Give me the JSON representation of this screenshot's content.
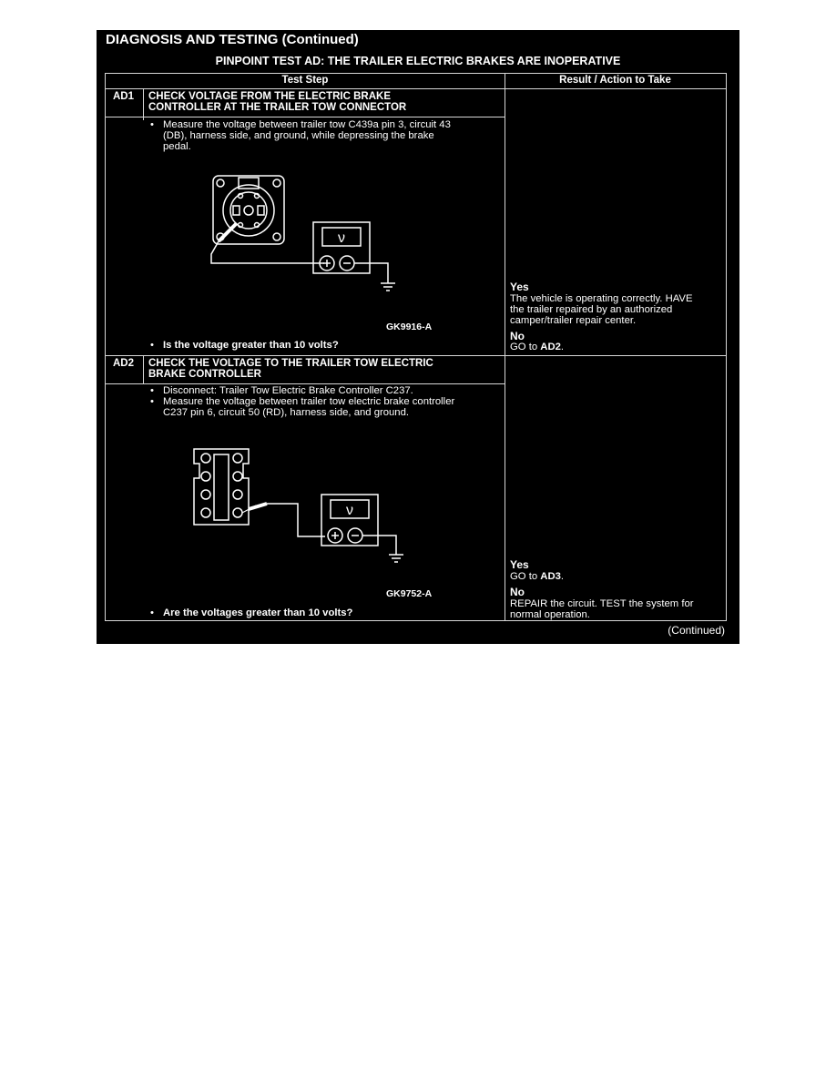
{
  "header": {
    "title": "DIAGNOSIS AND TESTING (Continued)",
    "subtitle": "PINPOINT TEST AD: THE TRAILER ELECTRIC BRAKES ARE INOPERATIVE"
  },
  "table": {
    "col_test_step": "Test Step",
    "col_result": "Result / Action to Take"
  },
  "steps": [
    {
      "id": "AD1",
      "title_line1": "CHECK VOLTAGE FROM THE ELECTRIC BRAKE",
      "title_line2": "CONTROLLER AT THE TRAILER TOW CONNECTOR",
      "bullet_dot": "•",
      "bullet1_line1": "Measure the voltage between trailer tow C439a pin 3, circuit 43",
      "bullet1_line2": "(DB), harness side, and ground, while depressing the brake",
      "bullet1_line3": "pedal.",
      "figure_id": "GK9916-A",
      "meter_symbol": "ν",
      "question": "Is the voltage greater than 10 volts?",
      "yes_label": "Yes",
      "yes_line1": "The vehicle is operating correctly. HAVE",
      "yes_line2": "the trailer repaired by an authorized",
      "yes_line3": "camper/trailer repair center.",
      "no_label": "No",
      "no_prefix": "GO to ",
      "no_ref": "AD2",
      "no_suffix": "."
    },
    {
      "id": "AD2",
      "title_line1": "CHECK THE VOLTAGE TO THE TRAILER TOW ELECTRIC",
      "title_line2": "BRAKE CONTROLLER",
      "bullet_dot": "•",
      "bullet1_line1": "Disconnect: Trailer Tow Electric Brake Controller C237.",
      "bullet2_line1": "Measure the voltage between trailer tow electric brake controller",
      "bullet2_line2": "C237 pin 6, circuit 50 (RD), harness side, and ground.",
      "figure_id": "GK9752-A",
      "meter_symbol": "ν",
      "question": "Are the voltages greater than 10 volts?",
      "yes_label": "Yes",
      "yes_prefix": "GO to ",
      "yes_ref": "AD3",
      "yes_suffix": ".",
      "no_label": "No",
      "no_line1": "REPAIR the circuit. TEST the system for",
      "no_line2": "normal operation."
    }
  ],
  "footer": {
    "continued": "(Continued)"
  }
}
